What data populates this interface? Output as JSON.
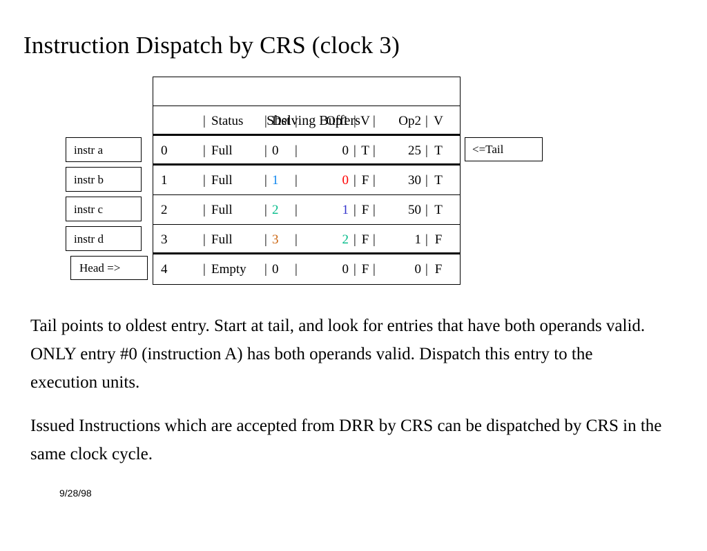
{
  "slide": {
    "title": "Instruction Dispatch by CRS  (clock 3)",
    "footer_date": "9/28/98"
  },
  "colors": {
    "black": "#000000",
    "red": "#FF0000",
    "blue_bright": "#1188EE",
    "blue_dark": "#3333CC",
    "teal": "#00BB88",
    "orange": "#CC6611"
  },
  "left_labels": {
    "instr_a": "instr  a",
    "instr_b": "instr  b",
    "instr_c": "instr  c",
    "instr_d": "instr  d",
    "head": "Head =>"
  },
  "right_labels": {
    "tail": "<=Tail"
  },
  "table": {
    "title": "Shelving Buffers",
    "header": {
      "index": "",
      "sep1": "|",
      "status": "Status",
      "sep2": "|",
      "dst": "Dst",
      "sep3": "|",
      "op1": "Op1",
      "sep4": "|",
      "v1": "V",
      "sep5": "|",
      "op2": "Op2",
      "sep6": "|",
      "v2": "V"
    },
    "rows": [
      {
        "index": "0",
        "sep1": "|",
        "status": "Full",
        "sep2": "|",
        "dst": "0",
        "sep3": "|",
        "op1": "0",
        "sep4": "|",
        "v1": "T",
        "sep5": "|",
        "op2": "25",
        "sep6": "|",
        "v2": "T"
      },
      {
        "index": "1",
        "sep1": "|",
        "status": "Full",
        "sep2": "|",
        "dst": "1",
        "sep3": "|",
        "op1": "0",
        "sep4": "|",
        "v1": "F",
        "sep5": "|",
        "op2": "30",
        "sep6": "|",
        "v2": "T"
      },
      {
        "index": "2",
        "sep1": "|",
        "status": "Full",
        "sep2": "|",
        "dst": "2",
        "sep3": "|",
        "op1": "1",
        "sep4": "|",
        "v1": "F",
        "sep5": "|",
        "op2": "50",
        "sep6": "|",
        "v2": "T"
      },
      {
        "index": "3",
        "sep1": "|",
        "status": "Full",
        "sep2": "|",
        "dst": "3",
        "sep3": "|",
        "op1": "2",
        "sep4": "|",
        "v1": "F",
        "sep5": "|",
        "op2": "1",
        "sep6": "|",
        "v2": "F"
      },
      {
        "index": "4",
        "sep1": "|",
        "status": "Empty",
        "sep2": "|",
        "dst": "0",
        "sep3": "|",
        "op1": "0",
        "sep4": "|",
        "v1": "F",
        "sep5": "|",
        "op2": "0",
        "sep6": "|",
        "v2": "F"
      }
    ]
  },
  "body": {
    "paragraph_1": "Tail points to oldest entry.  Start at tail, and look for entries that have both operands valid.  ONLY entry #0 (instruction A) has both operands valid.  Dispatch this entry to the execution units.",
    "paragraph_2": "Issued Instructions which are accepted from DRR by CRS can be dispatched by CRS in the same clock cycle."
  }
}
